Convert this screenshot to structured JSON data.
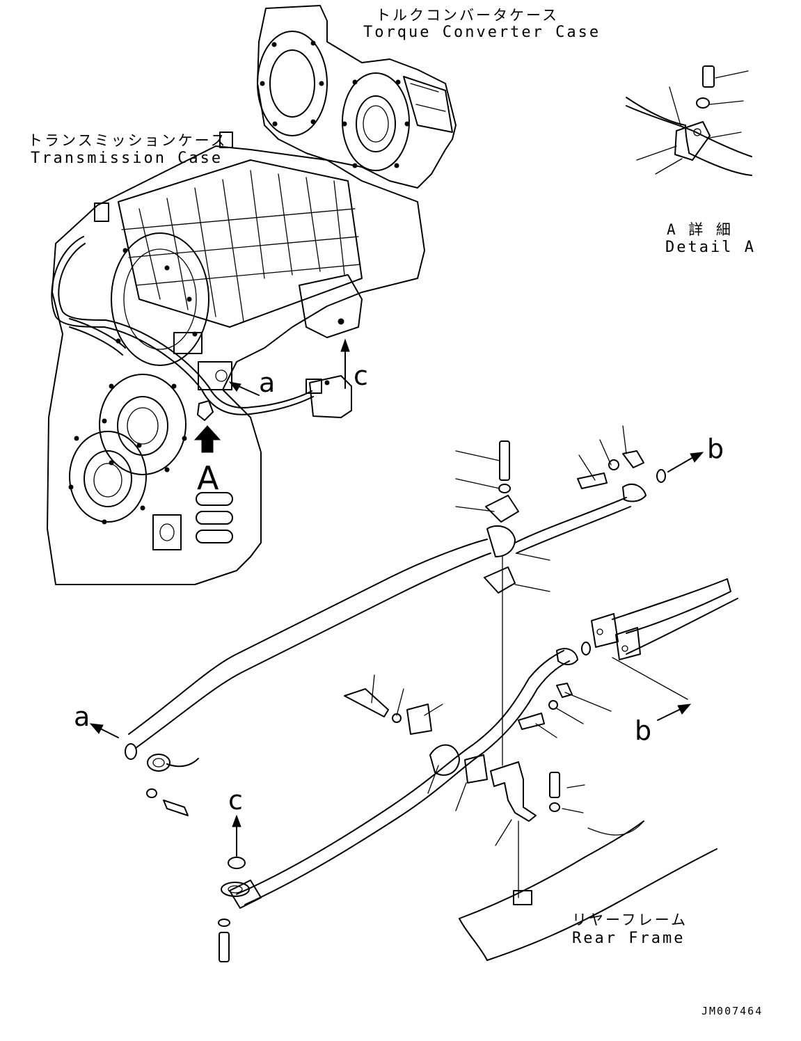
{
  "labels": {
    "torque_converter_jp": "トルクコンバータケース",
    "torque_converter_en": "Torque Converter Case",
    "transmission_jp": "トランスミッションケース",
    "transmission_en": "Transmission Case",
    "detail_a_jp": "A 詳 細",
    "detail_a_en": "Detail A",
    "rear_frame_jp": "リヤーフレーム",
    "rear_frame_en": "Rear Frame",
    "view_a": "A",
    "ref_a_upper": "a",
    "ref_a_lower": "a",
    "ref_b_upper": "b",
    "ref_b_lower": "b",
    "ref_c_upper": "c",
    "ref_c_lower": "c",
    "drawing_number": "JM007464"
  }
}
